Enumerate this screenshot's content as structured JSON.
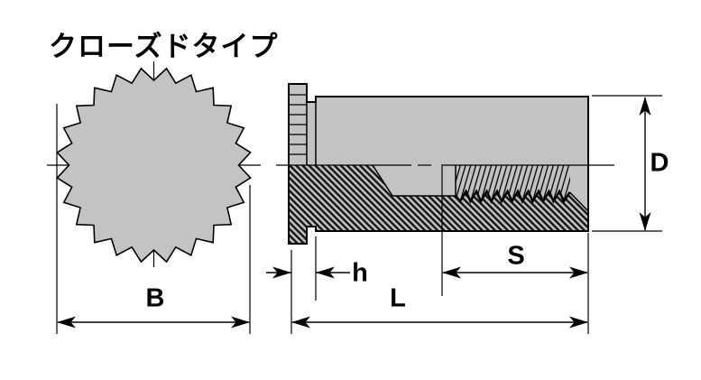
{
  "title": "クローズドタイプ",
  "drawing": {
    "front_view_dimension": "B",
    "section_view_dimensions": [
      "h",
      "S",
      "L",
      "D"
    ]
  },
  "dimension_labels": {
    "B": "B",
    "D": "D",
    "h": "h",
    "S": "S",
    "L": "L"
  },
  "colors": {
    "part_fill": "#c3c3c3",
    "outline": "#000000",
    "hatch_lines": "#111111",
    "background": "#ffffff"
  }
}
